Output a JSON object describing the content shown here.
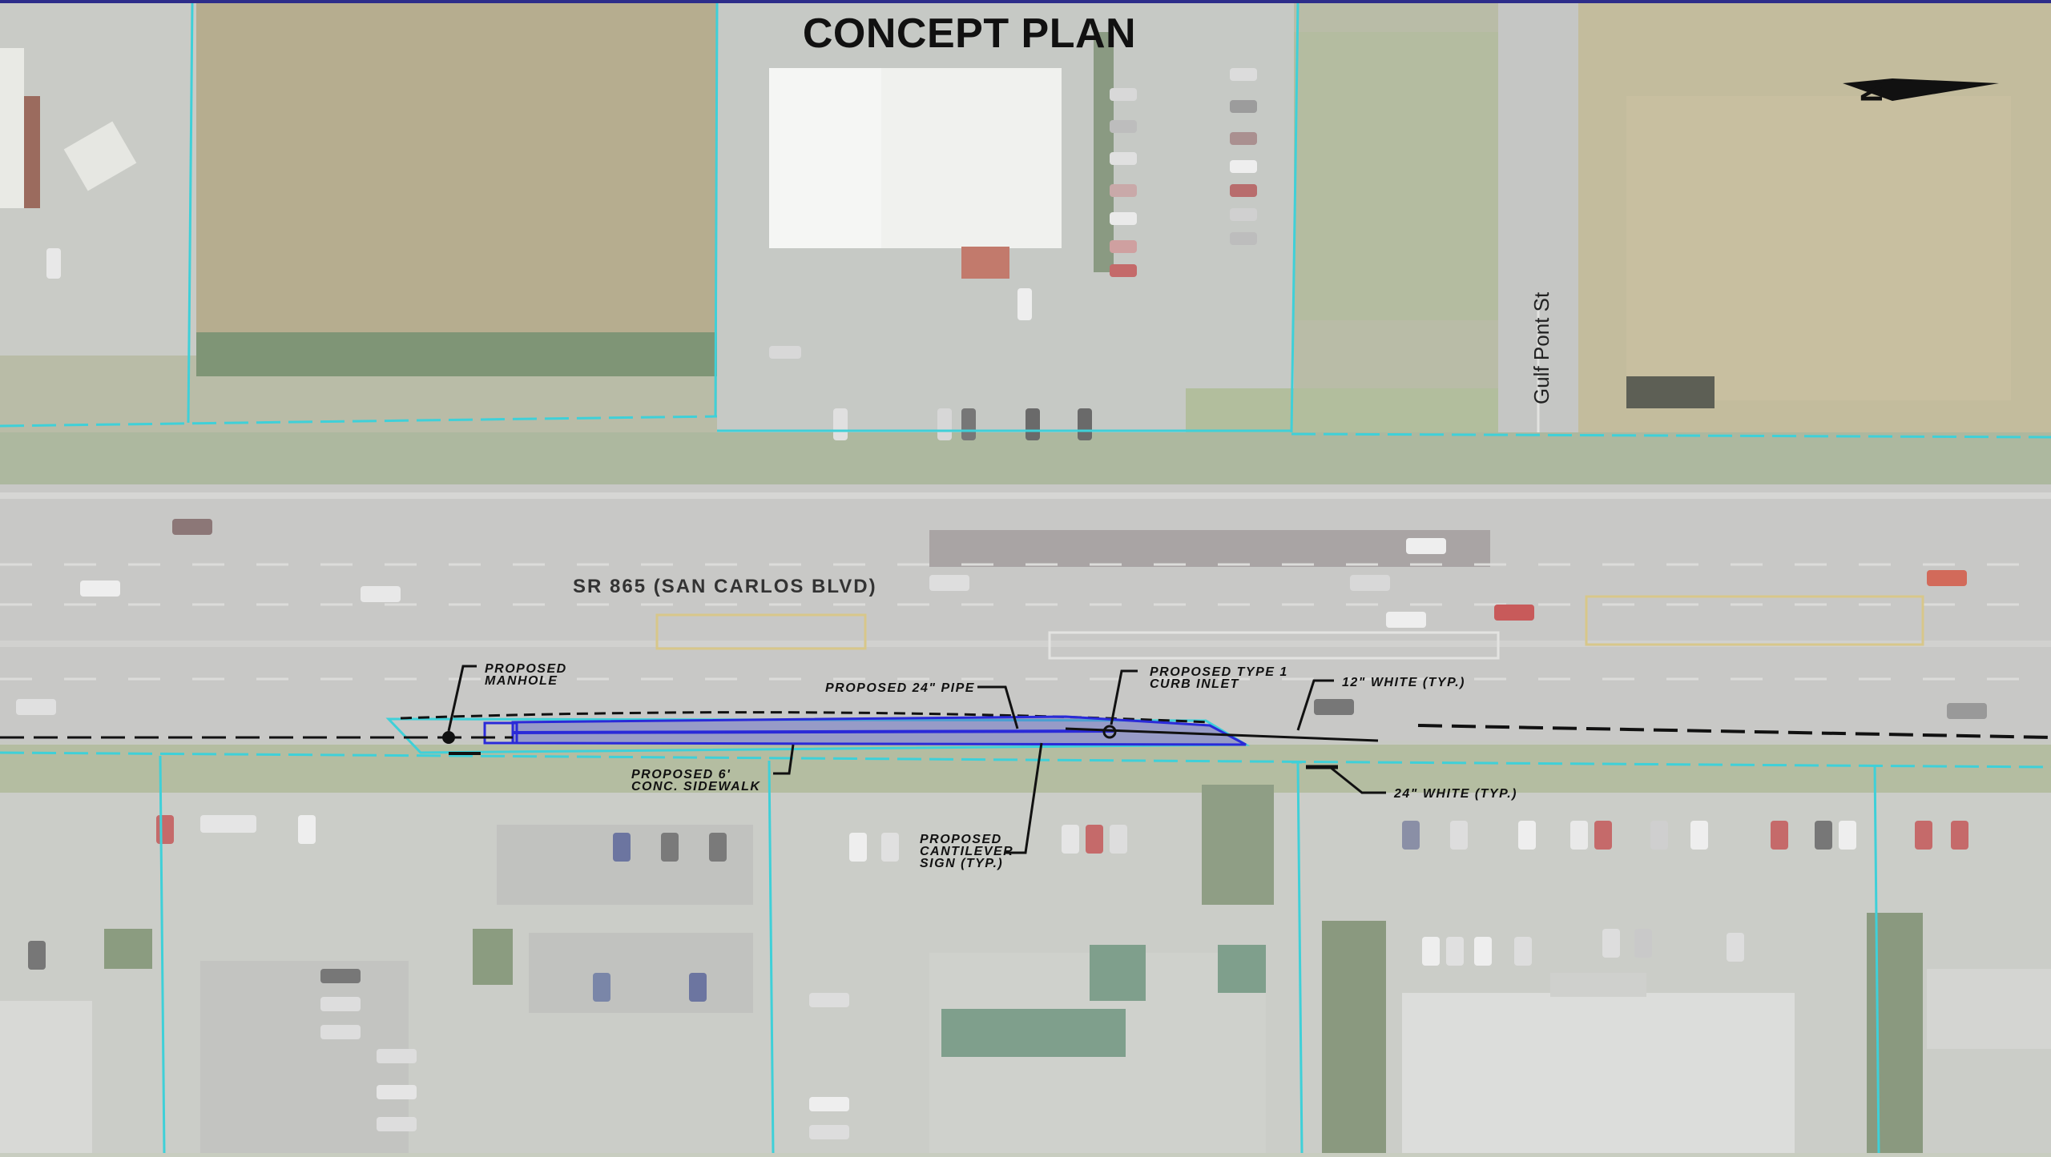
{
  "title": "CONCEPT PLAN",
  "road_label": "SR 865 (SAN CARLOS BLVD)",
  "street_label": "Gulf Pont St",
  "north_arrow": {
    "letter": "N",
    "icon": "north-arrow-icon"
  },
  "callouts": {
    "manhole": [
      "PROPOSED",
      "MANHOLE"
    ],
    "pipe": [
      "PROPOSED 24\" PIPE"
    ],
    "curb_inlet": [
      "PROPOSED TYPE 1",
      "CURB INLET"
    ],
    "white_12": [
      "12\" WHITE (TYP.)"
    ],
    "sidewalk": [
      "PROPOSED 6'",
      "CONC. SIDEWALK"
    ],
    "cantilever": [
      "PROPOSED",
      "CANTILEVER",
      "SIGN (TYP.)"
    ],
    "white_24": [
      "24\" WHITE (TYP.)"
    ]
  },
  "colors": {
    "parcel_lines": "#3fd0d8",
    "proposed_work": "#2a2ad8",
    "annotation": "#111111",
    "title_bar": "#2d2d8a"
  }
}
